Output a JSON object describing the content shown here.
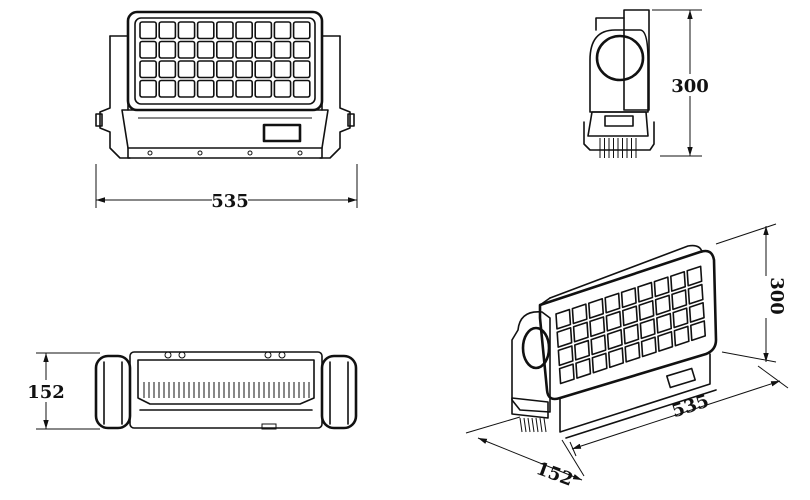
{
  "dimensions": {
    "front_width": "535",
    "side_height": "300",
    "top_depth": "152",
    "iso_width": "535",
    "iso_depth": "152",
    "iso_height": "300"
  },
  "colors": {
    "line": "#111111",
    "background": "#ffffff"
  }
}
